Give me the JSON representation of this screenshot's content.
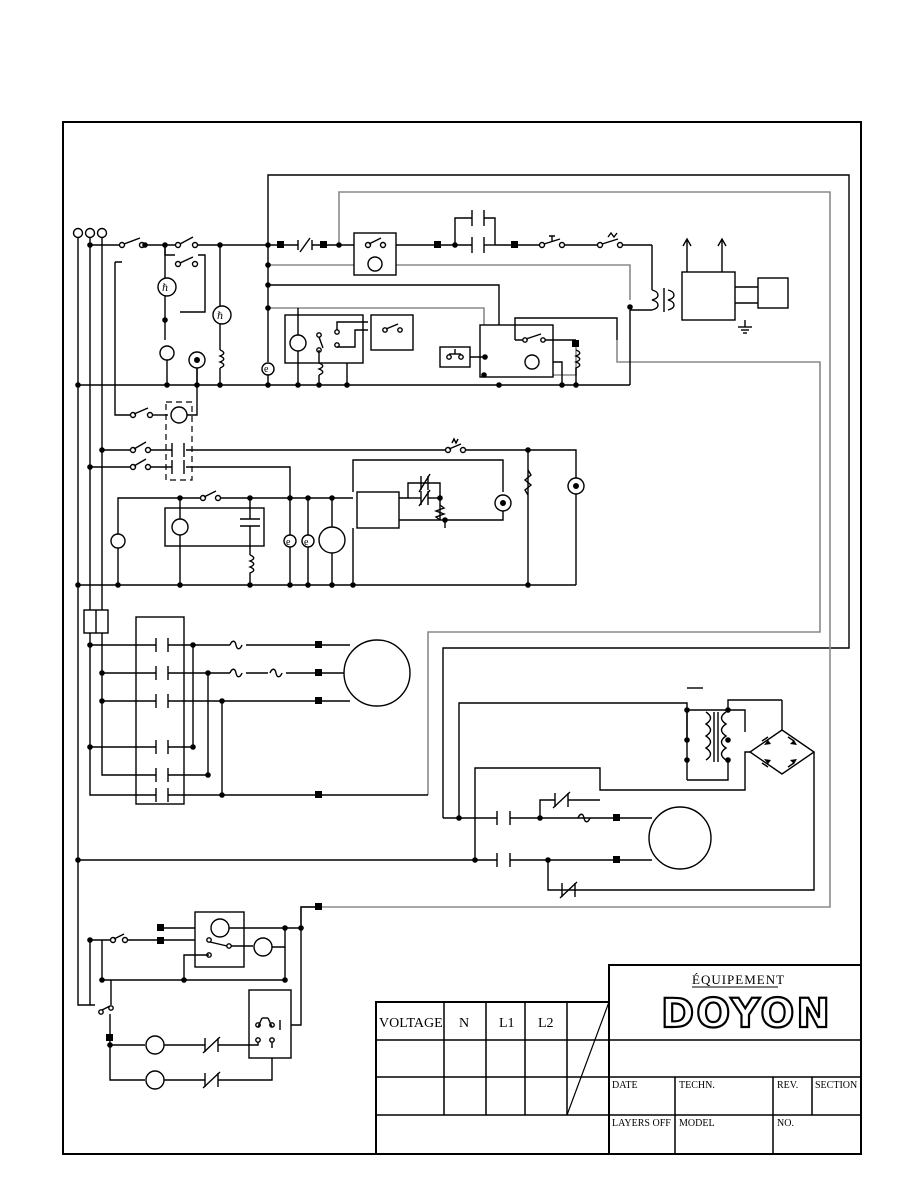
{
  "title_block": {
    "brand_top": "ÉQUIPEMENT",
    "brand": "DOYON",
    "voltage_label": "VOLTAGE",
    "col_n": "N",
    "col_l1": "L1",
    "col_l2": "L2",
    "date_label": "DATE",
    "techn_label": "TECHN.",
    "rev_label": "REV.",
    "section_label": "SECTION",
    "layers_label": "LAYERS OFF",
    "model_label": "MODEL",
    "no_label": "NO."
  }
}
